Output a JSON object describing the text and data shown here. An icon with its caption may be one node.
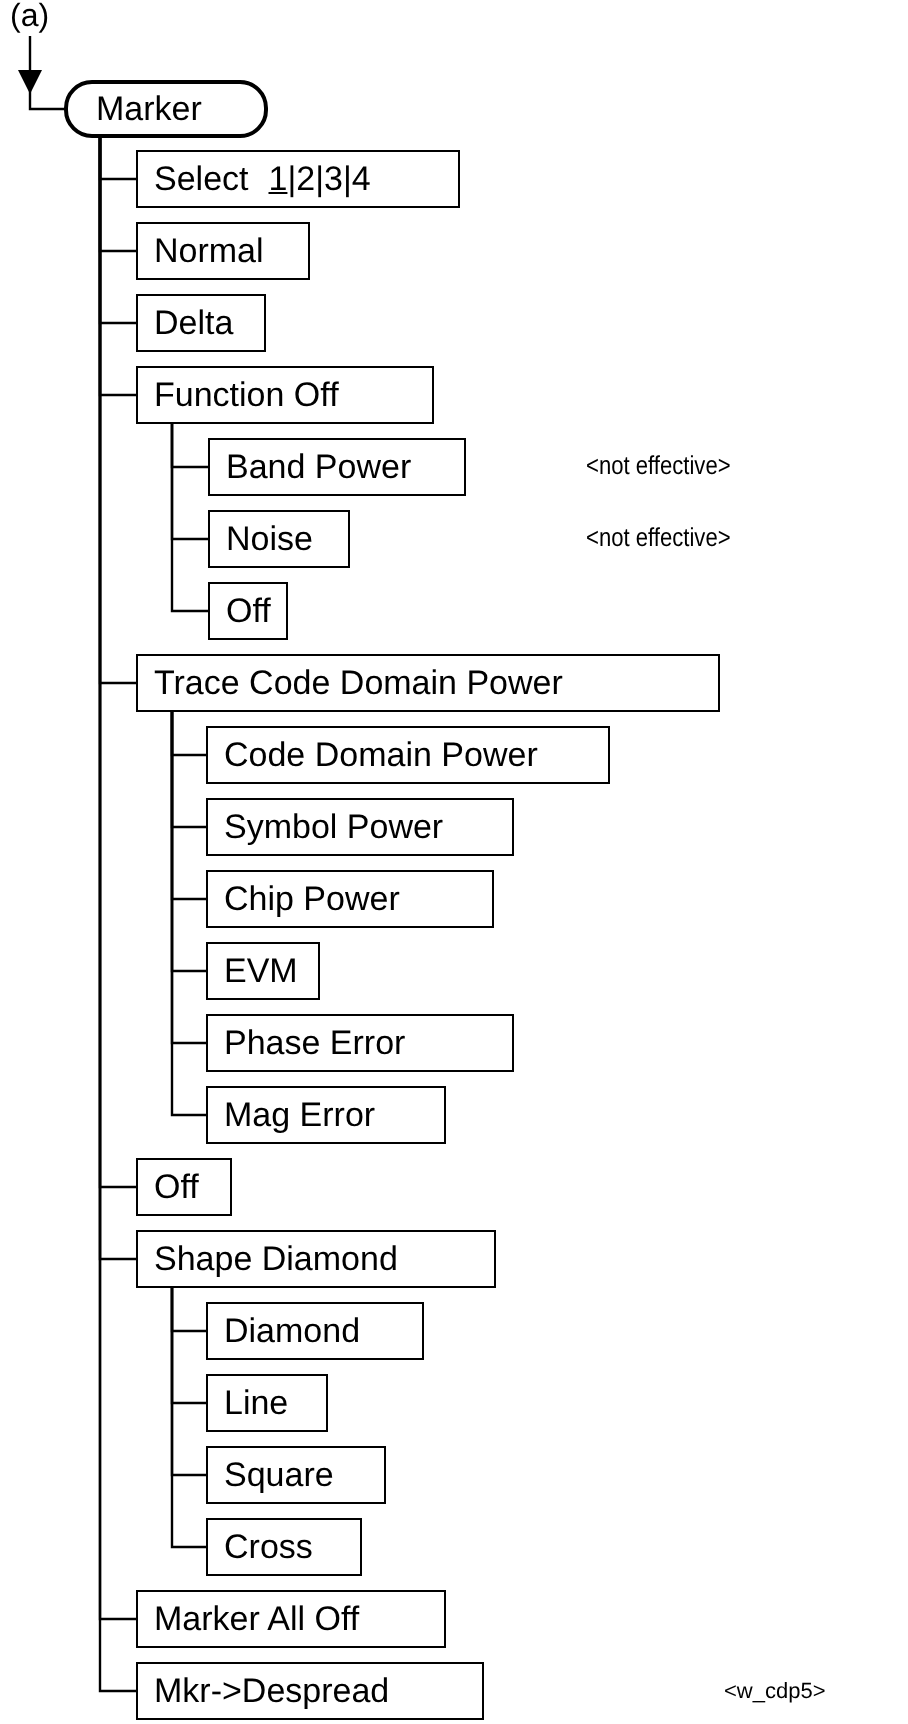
{
  "diagram": {
    "nodes": [
      {
        "text": [
          "(a)"
        ]
      },
      {
        "text": [
          "Marker"
        ]
      },
      {
        "text": [
          "Select",
          "1|2|3|4"
        ]
      },
      {
        "text": [
          "Normal"
        ]
      },
      {
        "text": [
          "Delta"
        ]
      },
      {
        "text": [
          "Function Off"
        ]
      },
      {
        "text": [
          "Band Power"
        ]
      },
      {
        "text": [
          "Noise"
        ]
      },
      {
        "text": [
          "Off"
        ]
      },
      {
        "text": [
          "Trace Code Domain Power"
        ]
      },
      {
        "text": [
          "Code Domain Power"
        ]
      },
      {
        "text": [
          "Symbol Power"
        ]
      },
      {
        "text": [
          "Chip Power"
        ]
      },
      {
        "text": [
          "EVM"
        ]
      },
      {
        "text": [
          "Phase Error"
        ]
      },
      {
        "text": [
          "Mag Error"
        ]
      },
      {
        "text": [
          "Off"
        ]
      },
      {
        "text": [
          "Shape Diamond"
        ]
      },
      {
        "text": [
          "Diamond"
        ]
      },
      {
        "text": [
          "Line"
        ]
      },
      {
        "text": [
          "Square"
        ]
      },
      {
        "text": [
          "Cross"
        ]
      },
      {
        "text": [
          "Marker All Off"
        ]
      },
      {
        "text": [
          "Mkr->Despread"
        ]
      }
    ],
    "edges": [
      {
        "from": 0,
        "to": null,
        "arrow": "to"
      },
      {
        "from": null,
        "to": 1,
        "arrow": "none"
      },
      {
        "from": 1,
        "to": 2,
        "arrow": "none"
      },
      {
        "from": 1,
        "to": 3,
        "arrow": "none"
      },
      {
        "from": 1,
        "to": 4,
        "arrow": "none"
      },
      {
        "from": 1,
        "to": 5,
        "arrow": "none"
      },
      {
        "from": 5,
        "to": 6,
        "arrow": "none"
      },
      {
        "from": 5,
        "to": 7,
        "arrow": "none"
      },
      {
        "from": 5,
        "to": 8,
        "arrow": "none"
      },
      {
        "from": 1,
        "to": 9,
        "arrow": "none"
      },
      {
        "from": 9,
        "to": 10,
        "arrow": "none"
      },
      {
        "from": 9,
        "to": 11,
        "arrow": "none"
      },
      {
        "from": 9,
        "to": 12,
        "arrow": "none"
      },
      {
        "from": 9,
        "to": 13,
        "arrow": "none"
      },
      {
        "from": 9,
        "to": 14,
        "arrow": "none"
      },
      {
        "from": 9,
        "to": 15,
        "arrow": "none"
      },
      {
        "from": 1,
        "to": 16,
        "arrow": "none"
      },
      {
        "from": 1,
        "to": 17,
        "arrow": "none"
      },
      {
        "from": 17,
        "to": 18,
        "arrow": "none"
      },
      {
        "from": 17,
        "to": 19,
        "arrow": "none"
      },
      {
        "from": 17,
        "to": 20,
        "arrow": "none"
      },
      {
        "from": 17,
        "to": 21,
        "arrow": "none"
      },
      {
        "from": 1,
        "to": 22,
        "arrow": "none"
      },
      {
        "from": 1,
        "to": 23,
        "arrow": "none"
      }
    ],
    "labels": [
      "<not effective>",
      "<not effective>",
      "<w_cdp5>"
    ]
  }
}
